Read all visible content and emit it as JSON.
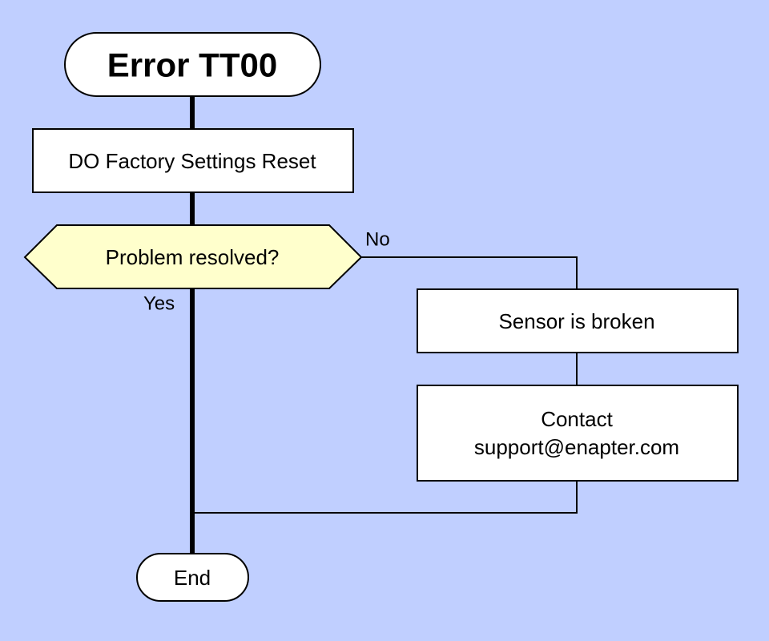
{
  "colors": {
    "background": "#c0cfff",
    "node_fill": "#ffffff",
    "decision_fill": "#ffffcc",
    "stroke": "#000000"
  },
  "flowchart": {
    "start": {
      "label": "Error TT00"
    },
    "step_reset": {
      "label": "DO Factory Settings Reset"
    },
    "decision": {
      "label": "Problem resolved?"
    },
    "branch_no": {
      "label": "No"
    },
    "branch_yes": {
      "label": "Yes"
    },
    "step_broken": {
      "label": "Sensor is broken"
    },
    "step_contact": {
      "line1": "Contact",
      "line2": "support@enapter.com"
    },
    "end": {
      "label": "End"
    }
  }
}
